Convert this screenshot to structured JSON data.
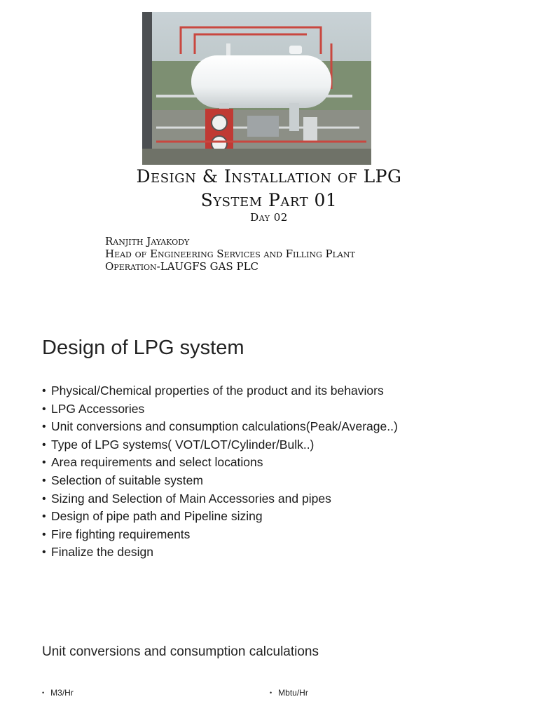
{
  "photo": {
    "subject": "lpg-tank-installation-photo"
  },
  "title": {
    "line1": "Design & Installation of LPG",
    "line2": "System Part 01",
    "day": "Day 02"
  },
  "author": {
    "name": "Ranjith Jayakody",
    "role_line1": "Head of Engineering Services and Filling Plant",
    "role_line2": "Operation-LAUGFS GAS PLC"
  },
  "section": {
    "heading": "Design of LPG system",
    "items": [
      "Physical/Chemical properties of the product and its behaviors",
      "LPG Accessories",
      "Unit conversions and consumption calculations(Peak/Average..)",
      "Type of LPG systems( VOT/LOT/Cylinder/Bulk..)",
      "Area requirements and select locations",
      "Selection of suitable system",
      "Sizing and Selection of Main Accessories and pipes",
      "Design of pipe path and Pipeline sizing",
      "Fire fighting requirements",
      "Finalize the design"
    ]
  },
  "next_section": {
    "heading": "Unit conversions and consumption calculations",
    "items": [
      "M3/Hr",
      "Mbtu/Hr"
    ]
  },
  "bullet_glyph": "•"
}
